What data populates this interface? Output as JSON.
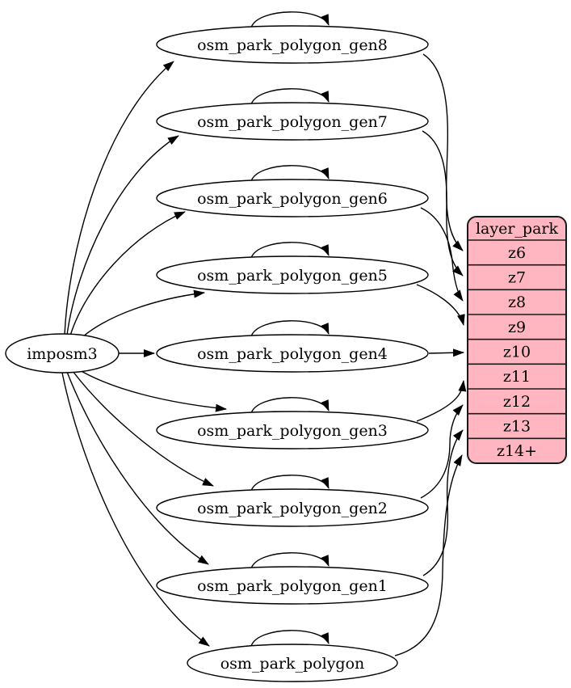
{
  "nodes": {
    "imposm3": "imposm3",
    "gen8": "osm_park_polygon_gen8",
    "gen7": "osm_park_polygon_gen7",
    "gen6": "osm_park_polygon_gen6",
    "gen5": "osm_park_polygon_gen5",
    "gen4": "osm_park_polygon_gen4",
    "gen3": "osm_park_polygon_gen3",
    "gen2": "osm_park_polygon_gen2",
    "gen1": "osm_park_polygon_gen1",
    "polygon": "osm_park_polygon"
  },
  "table": {
    "title": "layer_park",
    "rows": [
      "z6",
      "z7",
      "z8",
      "z9",
      "z10",
      "z11",
      "z12",
      "z13",
      "z14+"
    ]
  },
  "edges": {
    "from_source": [
      "imposm3 -> osm_park_polygon_gen8",
      "imposm3 -> osm_park_polygon_gen7",
      "imposm3 -> osm_park_polygon_gen6",
      "imposm3 -> osm_park_polygon_gen5",
      "imposm3 -> osm_park_polygon_gen4",
      "imposm3 -> osm_park_polygon_gen3",
      "imposm3 -> osm_park_polygon_gen2",
      "imposm3 -> osm_park_polygon_gen1",
      "imposm3 -> osm_park_polygon"
    ],
    "self_loops": [
      "osm_park_polygon_gen8",
      "osm_park_polygon_gen7",
      "osm_park_polygon_gen6",
      "osm_park_polygon_gen5",
      "osm_park_polygon_gen4",
      "osm_park_polygon_gen3",
      "osm_park_polygon_gen2",
      "osm_park_polygon_gen1",
      "osm_park_polygon"
    ],
    "to_layer": [
      {
        "from": "osm_park_polygon_gen8",
        "to": "z6"
      },
      {
        "from": "osm_park_polygon_gen7",
        "to": "z7"
      },
      {
        "from": "osm_park_polygon_gen6",
        "to": "z8"
      },
      {
        "from": "osm_park_polygon_gen5",
        "to": "z9"
      },
      {
        "from": "osm_park_polygon_gen4",
        "to": "z10"
      },
      {
        "from": "osm_park_polygon_gen3",
        "to": "z11"
      },
      {
        "from": "osm_park_polygon_gen2",
        "to": "z12"
      },
      {
        "from": "osm_park_polygon_gen1",
        "to": "z13"
      },
      {
        "from": "osm_park_polygon",
        "to": "z14+"
      }
    ]
  },
  "colors": {
    "table_fill": "#FFB6C1",
    "node_fill": "#FFFFFF",
    "edge_stroke": "#000000"
  }
}
